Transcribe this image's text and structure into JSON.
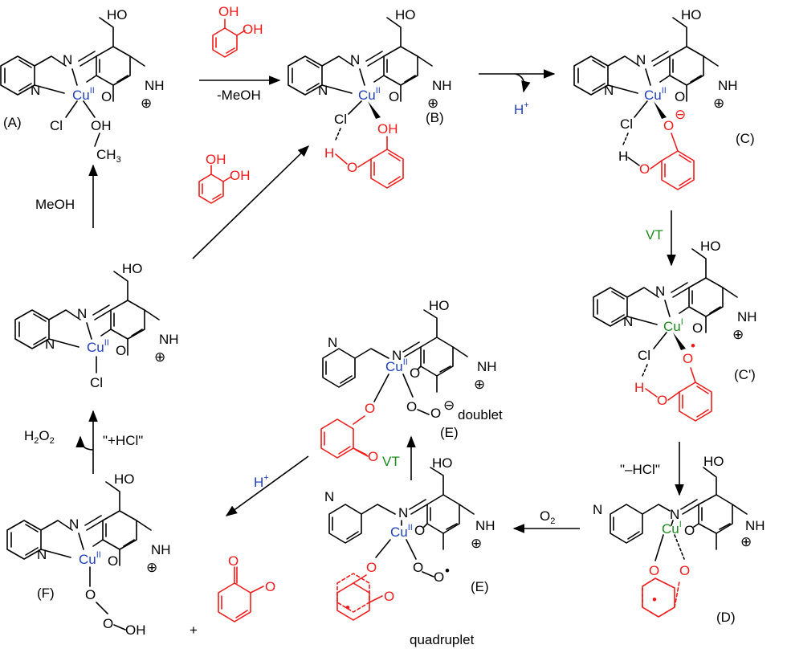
{
  "labels": {
    "A": "(A)",
    "B": "(B)",
    "C": "(C)",
    "Cp": "(C')",
    "D": "(D)",
    "E1": "(E)",
    "E2": "(E)",
    "F": "(F)"
  },
  "atoms": {
    "N": "N",
    "NH": "NH",
    "O": "O",
    "OH": "OH",
    "HO": "HO",
    "Cl": "Cl",
    "H": "H",
    "CH3": "CH",
    "CH3_sub": "3",
    "Cu": "Cu",
    "CuII_ox": "II",
    "CuI_ox": "I",
    "plus": "⊕",
    "minus": "⊖",
    "radical": "•"
  },
  "reagents": {
    "minus_meoh": "-MeOH",
    "meoh": "MeOH",
    "h_plus": "H",
    "h_plus_sup": "+",
    "vt": "VT",
    "minus_hcl": "\"–HCl\"",
    "o2": "O",
    "o2_sub": "2",
    "plus_hcl": "\"+HCl\"",
    "h2o2": "H",
    "h2o2_sub1": "2",
    "h2o2_o": "O",
    "h2o2_sub2": "2",
    "plus_sign": "+"
  },
  "spin_states": {
    "doublet": "doublet",
    "quadruplet": "quadruplet"
  },
  "colors": {
    "copper_II": "#1f3fbf",
    "copper_I": "#1d8a1d",
    "catechol": "#ef1b1b",
    "bonds": "#000000"
  }
}
